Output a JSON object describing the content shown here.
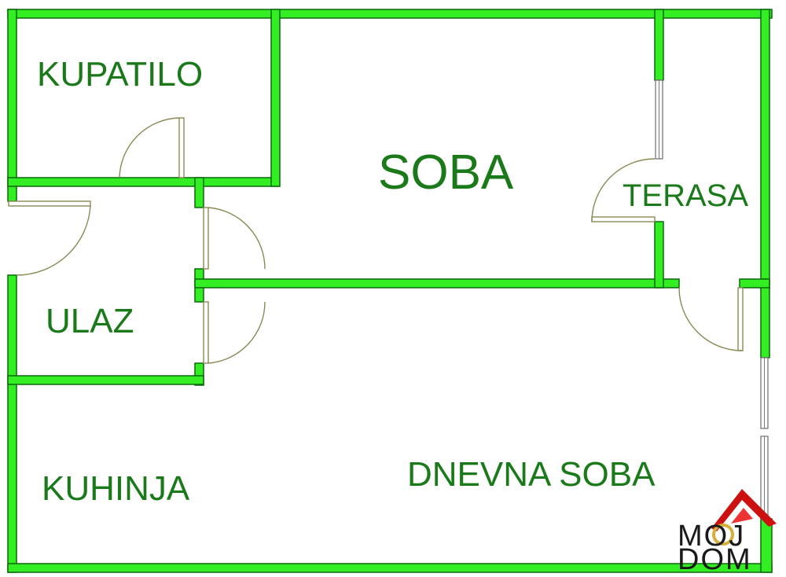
{
  "rooms": {
    "kupatilo": "KUPATILO",
    "soba": "SOBA",
    "terasa": "TERASA",
    "ulaz": "ULAZ",
    "kuhinja": "KUHINJA",
    "dnevna_soba": "DNEVNA SOBA"
  },
  "logo": {
    "line1": "MOJ",
    "line2": "DOM"
  },
  "colors": {
    "wall": "#33ee22",
    "label": "#1a7a1a",
    "logo_accent": "#cc1111"
  }
}
